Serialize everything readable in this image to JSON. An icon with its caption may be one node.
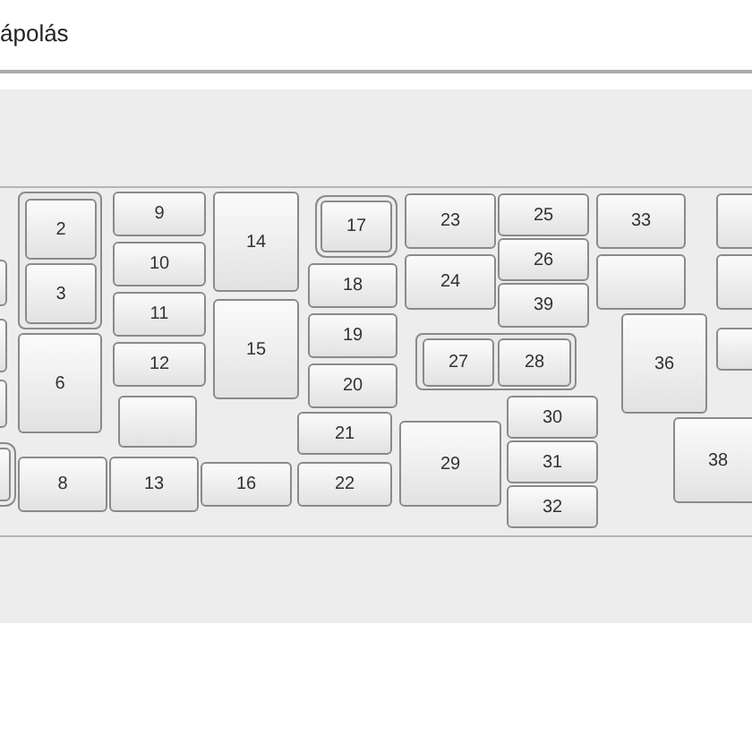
{
  "diagram": {
    "title": "ápolás",
    "nodes": [
      {
        "text": [],
        "shape": "box"
      },
      {
        "text": [],
        "shape": "box"
      },
      {
        "text": [
          "2"
        ],
        "in": 1
      },
      {
        "text": [
          "3"
        ],
        "in": 1
      },
      {
        "text": [
          "9"
        ]
      },
      {
        "text": [
          "14"
        ]
      },
      {
        "text": [
          "17"
        ]
      },
      {
        "text": [
          "23"
        ]
      },
      {
        "text": [
          "25"
        ]
      },
      {
        "text": [
          "33"
        ]
      },
      {
        "text": [],
        "shape": "box"
      },
      {
        "text": [
          "10"
        ]
      },
      {
        "text": [
          "18"
        ]
      },
      {
        "text": [
          "24"
        ]
      },
      {
        "text": [
          "26"
        ]
      },
      {
        "text": [],
        "shape": "box"
      },
      {
        "text": [],
        "shape": "box"
      },
      {
        "text": [],
        "shape": "box"
      },
      {
        "text": [
          "11"
        ]
      },
      {
        "text": [
          "39"
        ]
      },
      {
        "text": [
          "19"
        ]
      },
      {
        "text": [],
        "shape": "box"
      },
      {
        "text": [
          "6"
        ]
      },
      {
        "text": [
          "12"
        ]
      },
      {
        "text": [
          "15"
        ]
      },
      {
        "text": [
          "20"
        ]
      },
      {
        "text": [],
        "shape": "box"
      },
      {
        "text": [
          "27"
        ],
        "in": 26
      },
      {
        "text": [
          "28"
        ],
        "in": 26
      },
      {
        "text": [
          "36"
        ]
      },
      {
        "text": [],
        "shape": "box"
      },
      {
        "text": [],
        "shape": "box"
      },
      {
        "text": [
          "21"
        ]
      },
      {
        "text": [
          "30"
        ]
      },
      {
        "text": [
          "29"
        ]
      },
      {
        "text": [
          "38"
        ]
      },
      {
        "text": [],
        "shape": "box"
      },
      {
        "text": [
          "8"
        ]
      },
      {
        "text": [
          "13"
        ]
      },
      {
        "text": [
          "16"
        ]
      },
      {
        "text": [
          "22"
        ]
      },
      {
        "text": [
          "31"
        ]
      },
      {
        "text": [
          "32"
        ]
      }
    ]
  }
}
